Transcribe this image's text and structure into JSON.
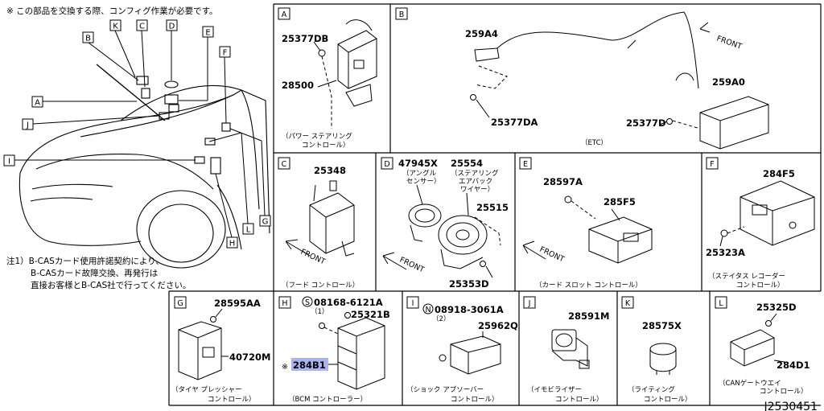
{
  "header_note": "※ この部品を交換する際、コンフィグ作業が必要です。",
  "footnote": {
    "line1": "注1）B-CASカード使用許諾契約により、",
    "line2": "B-CASカード故障交換、再発行は",
    "line3": "直接お客様とB-CAS社で行ってください。"
  },
  "drawing_number": "J2530451",
  "overview_callouts": [
    "A",
    "B",
    "C",
    "D",
    "E",
    "F",
    "G",
    "H",
    "I",
    "J",
    "K",
    "L"
  ],
  "panels": {
    "A": {
      "letter": "A",
      "caption1": "（パワー ステアリング",
      "caption2": "コントロール）",
      "parts": [
        "25377DB",
        "28500"
      ]
    },
    "B": {
      "letter": "B",
      "caption1": "（ETC）",
      "front": "FRONT",
      "parts": [
        "259A4",
        "25377DA",
        "259A0",
        "25377D"
      ]
    },
    "C": {
      "letter": "C",
      "caption1": "（フード コントロール）",
      "front": "FRONT",
      "parts": [
        "25348"
      ]
    },
    "D": {
      "letter": "D",
      "front": "FRONT",
      "parts": [
        "47945X",
        "25554",
        "25515",
        "25353D"
      ],
      "sub1a": "（アングル",
      "sub1b": "センサー）",
      "sub2a": "（ステアリング",
      "sub2b": "エアバック",
      "sub2c": "ワイヤー）"
    },
    "E": {
      "letter": "E",
      "caption1": "（カード スロット コントロール）",
      "front": "FRONT",
      "parts": [
        "28597A",
        "285F5"
      ]
    },
    "F": {
      "letter": "F",
      "caption1": "（ステイタス レコーダー",
      "caption2": "コントロール）",
      "parts": [
        "284F5",
        "25323A"
      ]
    },
    "G": {
      "letter": "G",
      "caption1": "（タイヤ プレッシャー",
      "caption2": "コントロール）",
      "parts": [
        "28595AA",
        "40720M"
      ]
    },
    "H": {
      "letter": "H",
      "caption1": "（BCM コントローラー）",
      "parts": [
        "08168-6121A",
        "25321B",
        "284B1"
      ],
      "qty": "（1）",
      "prefix": "S",
      "mark": "※"
    },
    "I": {
      "letter": "I",
      "caption1": "（ショック アブソーバー",
      "caption2": "コントロール）",
      "parts": [
        "08918-3061A",
        "25962Q"
      ],
      "qty": "（2）",
      "prefix": "N"
    },
    "J": {
      "letter": "J",
      "caption1": "（イモビライザー",
      "caption2": "コントロール）",
      "parts": [
        "28591M"
      ]
    },
    "K": {
      "letter": "K",
      "caption1": "（ライティング",
      "caption2": "コントロール）",
      "parts": [
        "28575X"
      ]
    },
    "L": {
      "letter": "L",
      "caption1": "（CANゲートウエイ",
      "caption2": "コントロール）",
      "parts": [
        "25325D",
        "284D1"
      ]
    }
  },
  "highlight_color": "#a9b3f0"
}
